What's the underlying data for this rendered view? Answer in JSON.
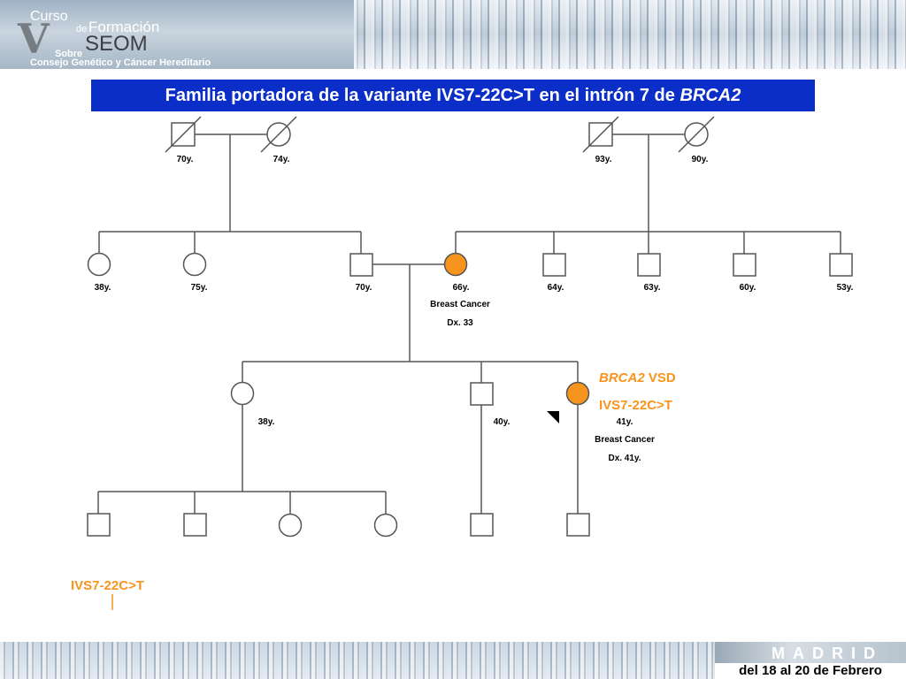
{
  "header": {
    "logo_line1": "Curso",
    "logo_de": "de",
    "logo_line1b": "Formación",
    "logo_brand": "SEOM",
    "logo_sobre": "Sobre",
    "logo_subtitle": "Consejo Genético y Cáncer Hereditario",
    "logo_numeral": "V"
  },
  "title": {
    "main": "Familia portadora de la variante IVS7-22C>T en el intrón 7 de ",
    "gene": "BRCA2"
  },
  "pedigree": {
    "gen1_left_male_age": "70y.",
    "gen1_left_female_age": "74y.",
    "gen1_right_male_age": "93y.",
    "gen1_right_female_age": "90y.",
    "gen2_ages": [
      "38y.",
      "75y.",
      "70y.",
      "66y.",
      "64y.",
      "63y.",
      "60y.",
      "53y."
    ],
    "gen2_affected_label1": "Breast Cancer",
    "gen2_affected_label2": "Dx. 33",
    "gen3_ages": [
      "38y.",
      "40y.",
      "41y."
    ],
    "proband_label1": "Breast Cancer",
    "proband_label2": "Dx. 41y.",
    "variant_gene": "BRCA2",
    "variant_type": " VSD",
    "variant_name": "IVS7-22C>T",
    "affected_color": "#f7941d"
  },
  "gene_map": {
    "variant_label": "IVS7-22C>T",
    "exon_color": "#8cc63f",
    "arrow_color": "#f7941d"
  },
  "footer": {
    "city": "MADRID",
    "dates": "del 18 al 20 de Febrero"
  }
}
